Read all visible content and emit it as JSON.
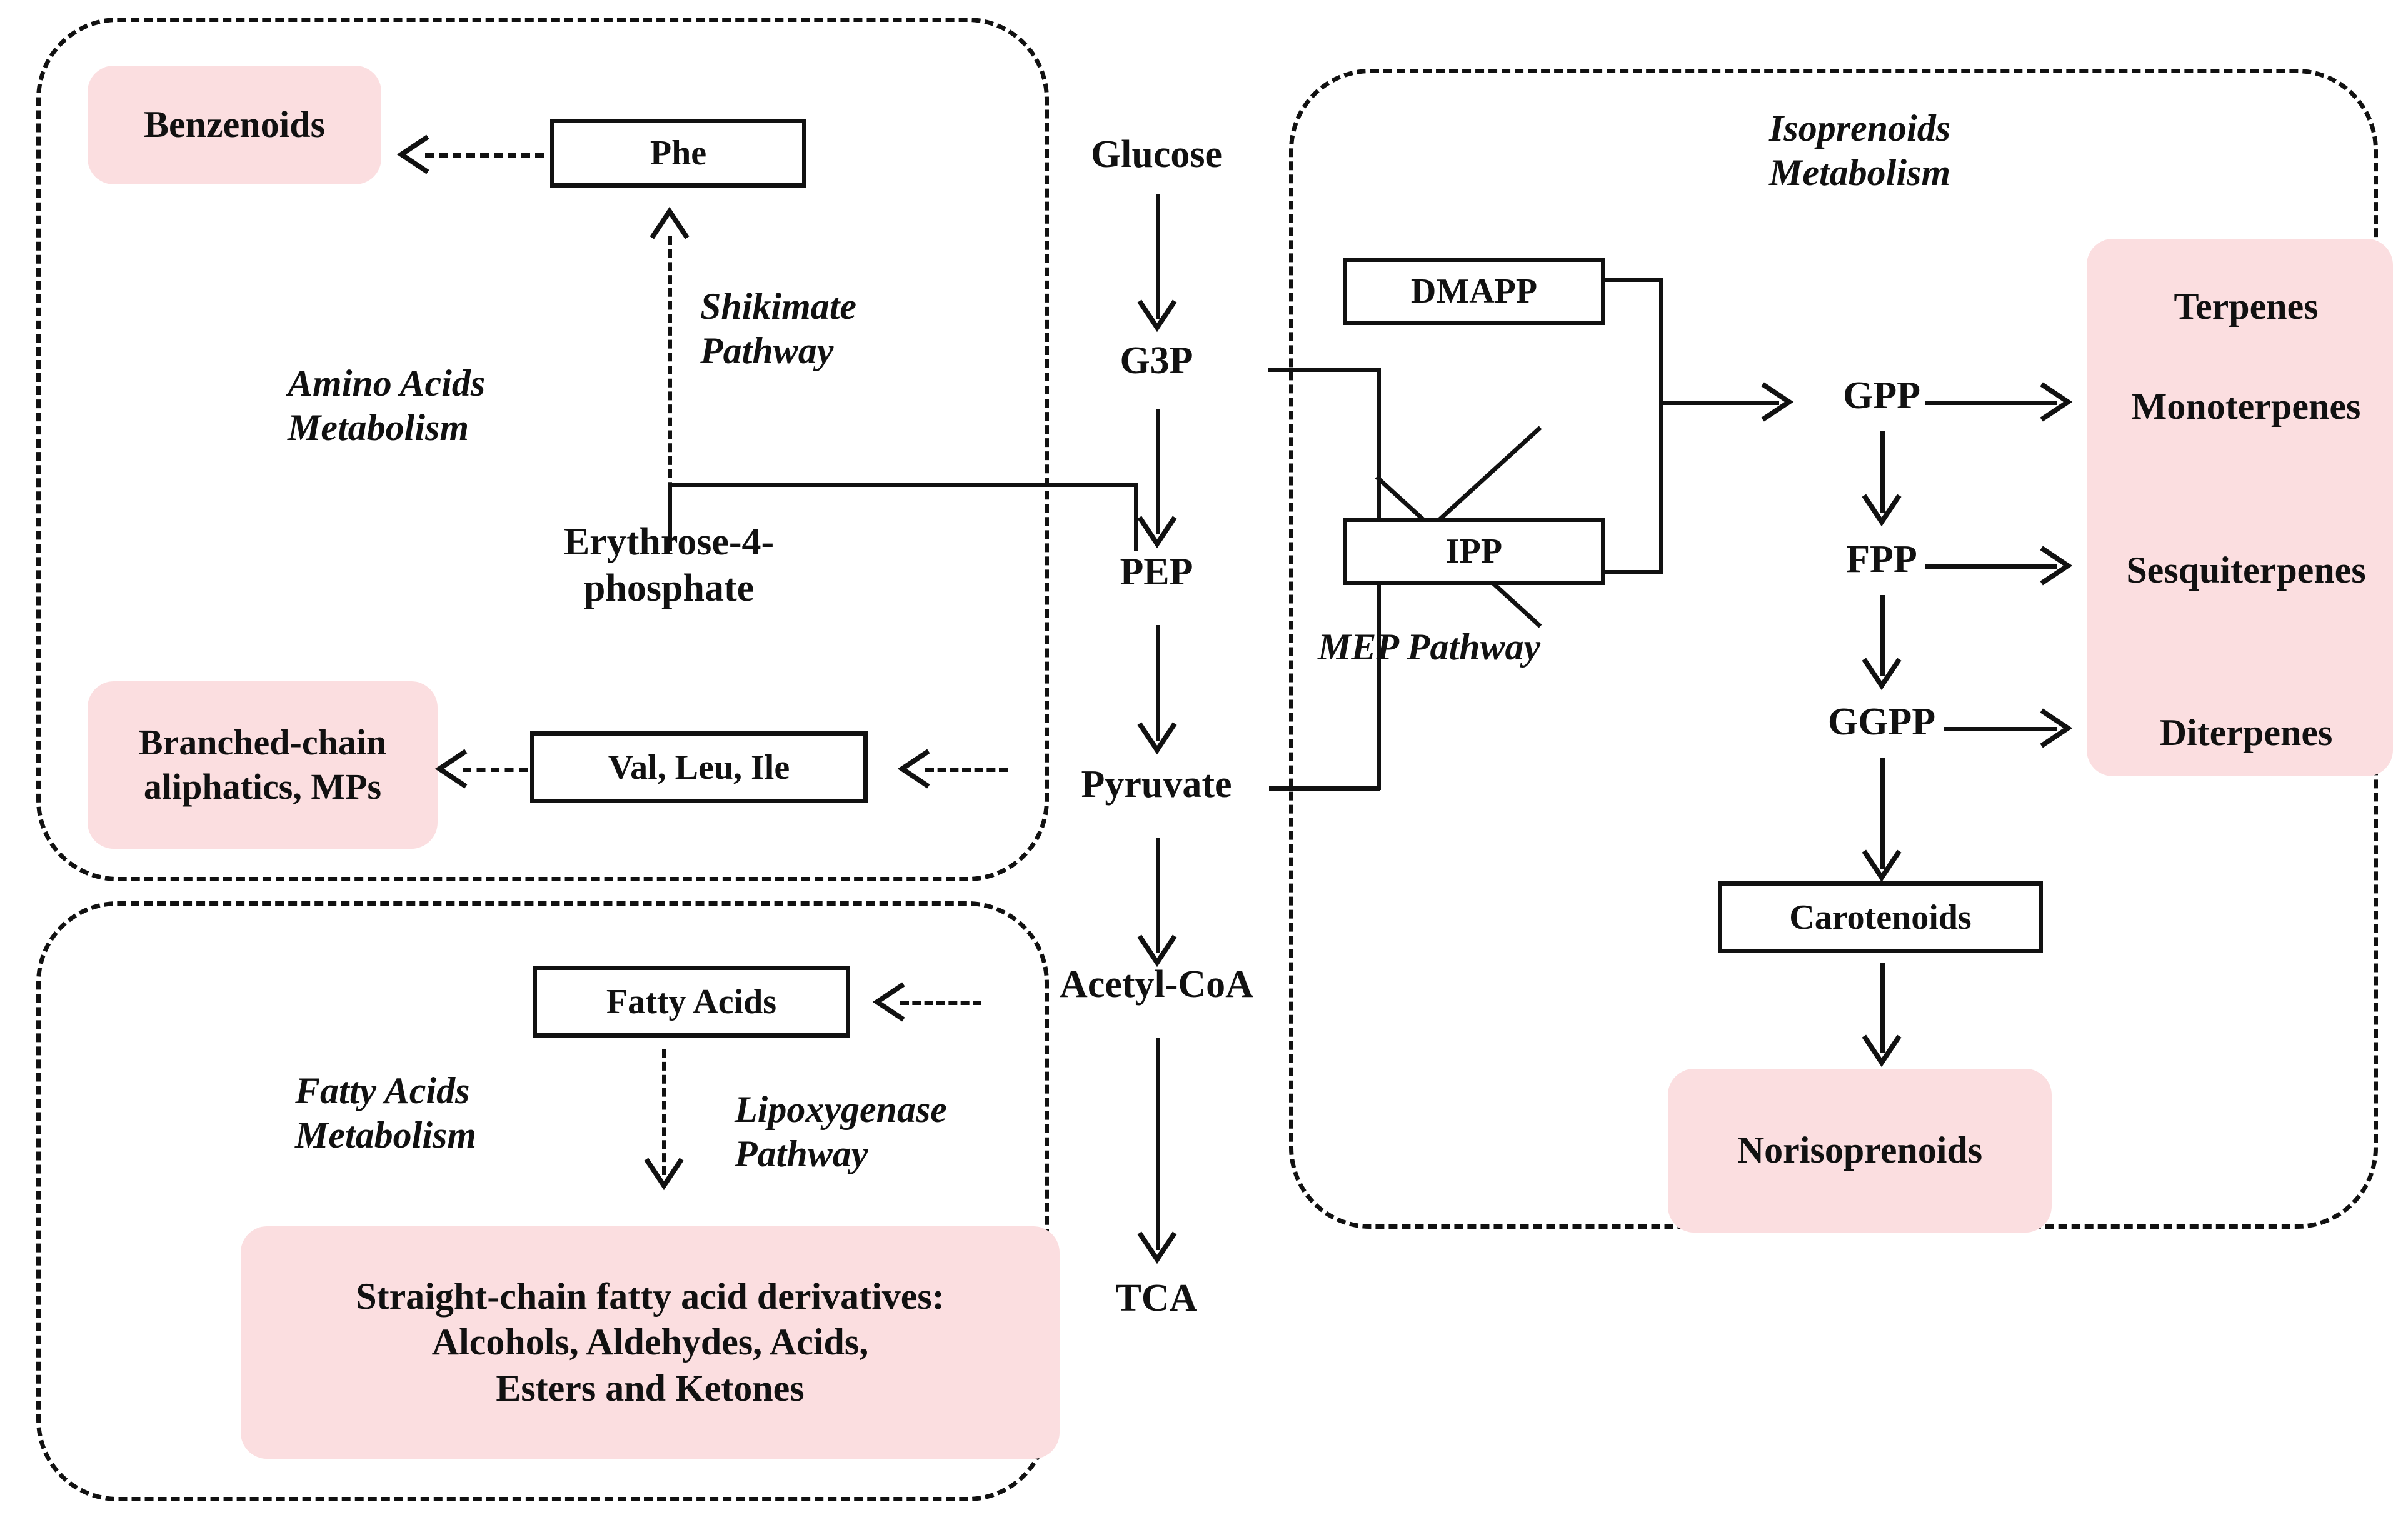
{
  "figure": {
    "title": "Volatile organic compound biosynthesis pathway overview",
    "accent_pink": "#FBDEE0",
    "line_color": "#111111"
  },
  "compartments": [
    {
      "id": "amino-acids",
      "label": "Amino Acids\nMetabolism"
    },
    {
      "id": "fatty-acids",
      "label": "Fatty Acids\nMetabolism"
    },
    {
      "id": "isoprenoids",
      "label": "Isoprenoids\nMetabolism"
    }
  ],
  "pathway_labels": {
    "shikimate": "Shikimate\nPathway",
    "lipoxygenase": "Lipoxygenase\nPathway",
    "mep": "MEP Pathway"
  },
  "central_nodes": {
    "glucose": "Glucose",
    "g3p": "G3P",
    "pep": "PEP",
    "pyruvate": "Pyruvate",
    "acetyl_coa": "Acetyl-CoA",
    "tca": "TCA"
  },
  "amino_acids_branch": {
    "phe_box": "Phe",
    "benzenoids_block": "Benzenoids",
    "erythrose": "Erythrose-4-\nphosphate",
    "val_leu_ile_box": "Val, Leu, Ile",
    "branched_block": "Branched-chain\naliphatics, MPs"
  },
  "fatty_acids_branch": {
    "fatty_acids_box": "Fatty Acids",
    "derivatives_block": "Straight-chain fatty acid derivatives:\nAlcohols, Aldehydes, Acids,\nEsters and Ketones"
  },
  "isoprenoids_branch": {
    "dmapp_box": "DMAPP",
    "ipp_box": "IPP",
    "gpp": "GPP",
    "fpp": "FPP",
    "ggpp": "GGPP",
    "carotenoids_box": "Carotenoids",
    "norisoprenoids_block": "Norisoprenoids",
    "terpenes_block": {
      "heading": "Terpenes",
      "items": [
        "Monoterpenes",
        "Sesquiterpenes",
        "Diterpenes"
      ]
    }
  }
}
